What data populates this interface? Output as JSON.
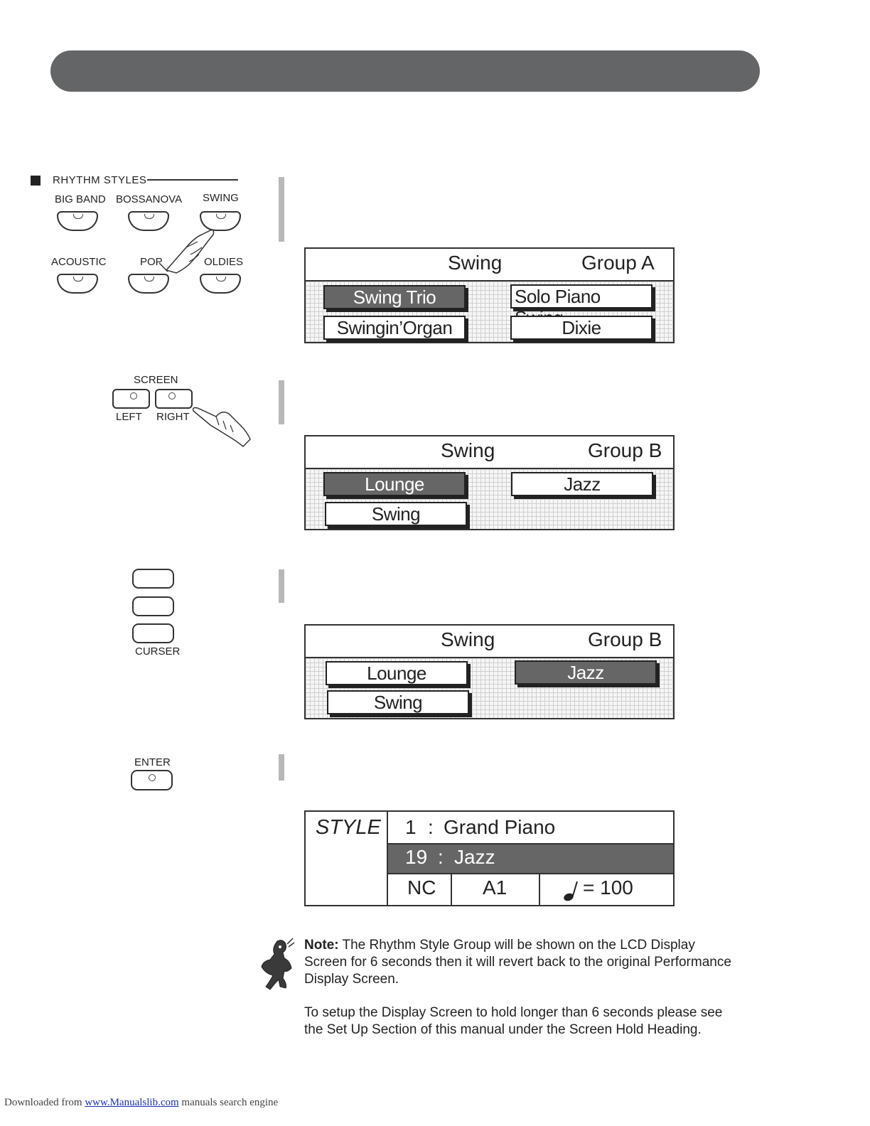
{
  "rhythm_panel": {
    "title": "RHYTHM  STYLES",
    "buttons": [
      "BIG BAND",
      "BOSSANOVA",
      "SWING",
      "ACOUSTIC",
      "POP",
      "OLDIES"
    ]
  },
  "screen_panel": {
    "title": "SCREEN",
    "left": "LEFT",
    "right": "RIGHT"
  },
  "curser_panel": {
    "label": "CURSER"
  },
  "enter_panel": {
    "label": "ENTER"
  },
  "lcd1": {
    "style": "Swing",
    "group": "Group A",
    "options": [
      "Swing Trio",
      "Solo Piano Swing",
      "Swingin’Organ",
      "Dixie"
    ],
    "selected": "Swing Trio"
  },
  "lcd2": {
    "style": "Swing",
    "group": "Group B",
    "options": [
      "Lounge",
      "Jazz",
      "Swing"
    ],
    "selected": "Lounge"
  },
  "lcd3": {
    "style": "Swing",
    "group": "Group B",
    "options": [
      "Lounge",
      "Jazz",
      "Swing"
    ],
    "selected": "Jazz"
  },
  "style_screen": {
    "label": "STYLE",
    "row1_num": "1",
    "row1_name": "Grand Piano",
    "row2_num": "19",
    "row2_name": "Jazz",
    "chord": "NC",
    "variation": "A1",
    "tempo": "= 100",
    "separator": ":"
  },
  "note": {
    "bold": "Note:",
    "line1": "The Rhythm Style Group will be shown on the LCD Display",
    "line2": "Screen for 6 seconds then it will revert back to the original Performance",
    "line3": "Display Screen.",
    "para2_line1": "To setup the Display Screen to hold longer than 6 seconds please see",
    "para2_line2": "the Set Up Section of this manual under the Screen Hold Heading."
  },
  "footer": {
    "prefix": "Downloaded from ",
    "link": "www.Manualslib.com",
    "suffix": " manuals search engine"
  }
}
